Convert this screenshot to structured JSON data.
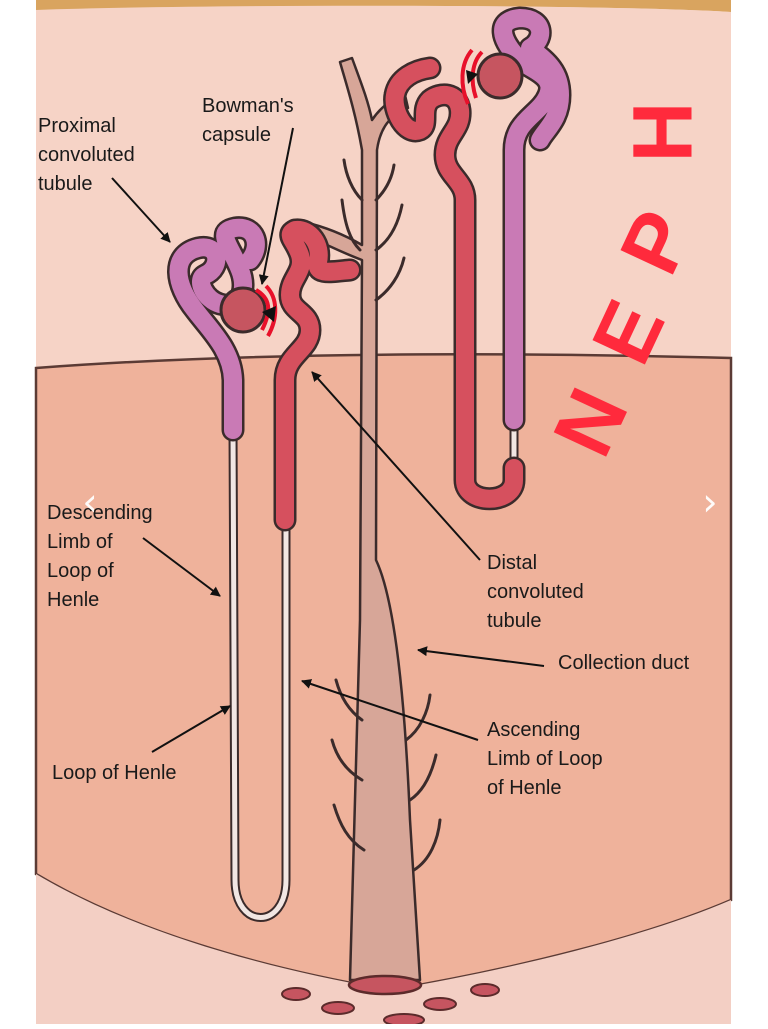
{
  "labels": {
    "bowmans_capsule": "Bowman's\ncapsule",
    "proximal_tubule": "Proximal\nconvoluted\ntubule",
    "descending_limb": "Descending\nLimb of\nLoop of\nHenle",
    "loop_of_henle": "Loop of Henle",
    "distal_tubule": "Distal\nconvoluted\ntubule",
    "collection_duct": "Collection duct",
    "ascending_limb": "Ascending\nLimb of Loop\nof Henle"
  },
  "annotation": {
    "letters": [
      "N",
      "E",
      "P",
      "H"
    ]
  },
  "nav": {
    "prev_icon": "chevron-left-icon",
    "next_icon": "chevron-right-icon",
    "prev_glyph": "‹",
    "next_glyph": "›"
  },
  "colors": {
    "cortex": "#f6d3c6",
    "medulla": "#efb29b",
    "duct": "#d7a698",
    "proximal": "#c97ab5",
    "distal": "#d6505e",
    "annotation": "#ff2a3c"
  }
}
